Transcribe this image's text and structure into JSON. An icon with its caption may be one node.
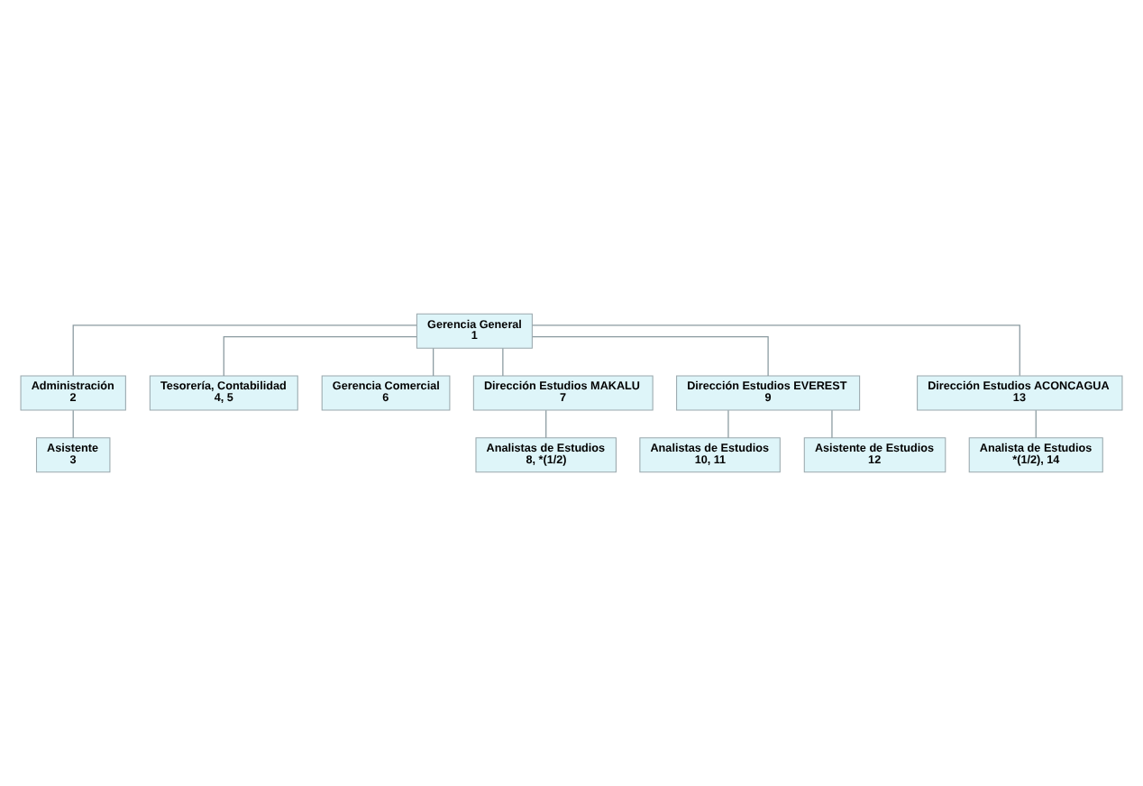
{
  "diagram": {
    "nodes": [
      {
        "text": [
          "Gerencia General",
          "1"
        ]
      },
      {
        "text": [
          "Administración",
          "2"
        ]
      },
      {
        "text": [
          "Tesorería, Contabilidad",
          "4, 5"
        ]
      },
      {
        "text": [
          "Asistente",
          "3"
        ]
      },
      {
        "text": [
          "Gerencia Comercial",
          "6"
        ]
      },
      {
        "text": [
          "Dirección Estudios MAKALU",
          "7"
        ]
      },
      {
        "text": [
          "Dirección Estudios EVEREST",
          "9"
        ]
      },
      {
        "text": [
          "Dirección Estudios ACONCAGUA",
          "13"
        ]
      },
      {
        "text": [
          "Analistas de Estudios",
          "8, *(1/2)"
        ]
      },
      {
        "text": [
          "Analistas de Estudios",
          "10, 11"
        ]
      },
      {
        "text": [
          "Asistente de Estudios",
          "12"
        ]
      },
      {
        "text": [
          "Analista de Estudios",
          "*(1/2), 14"
        ]
      }
    ],
    "edges": [
      {
        "from": 0,
        "to": 1,
        "arrow": "none"
      },
      {
        "from": 0,
        "to": 2,
        "arrow": "none"
      },
      {
        "from": 1,
        "to": 3,
        "arrow": "none"
      },
      {
        "from": 0,
        "to": 4,
        "arrow": "none"
      },
      {
        "from": 0,
        "to": 5,
        "arrow": "none"
      },
      {
        "from": 0,
        "to": 6,
        "arrow": "none"
      },
      {
        "from": 0,
        "to": 7,
        "arrow": "none"
      },
      {
        "from": 5,
        "to": 8,
        "arrow": "none"
      },
      {
        "from": 6,
        "to": 9,
        "arrow": "none"
      },
      {
        "from": 6,
        "to": 10,
        "arrow": "none"
      },
      {
        "from": 7,
        "to": 11,
        "arrow": "none"
      }
    ]
  }
}
